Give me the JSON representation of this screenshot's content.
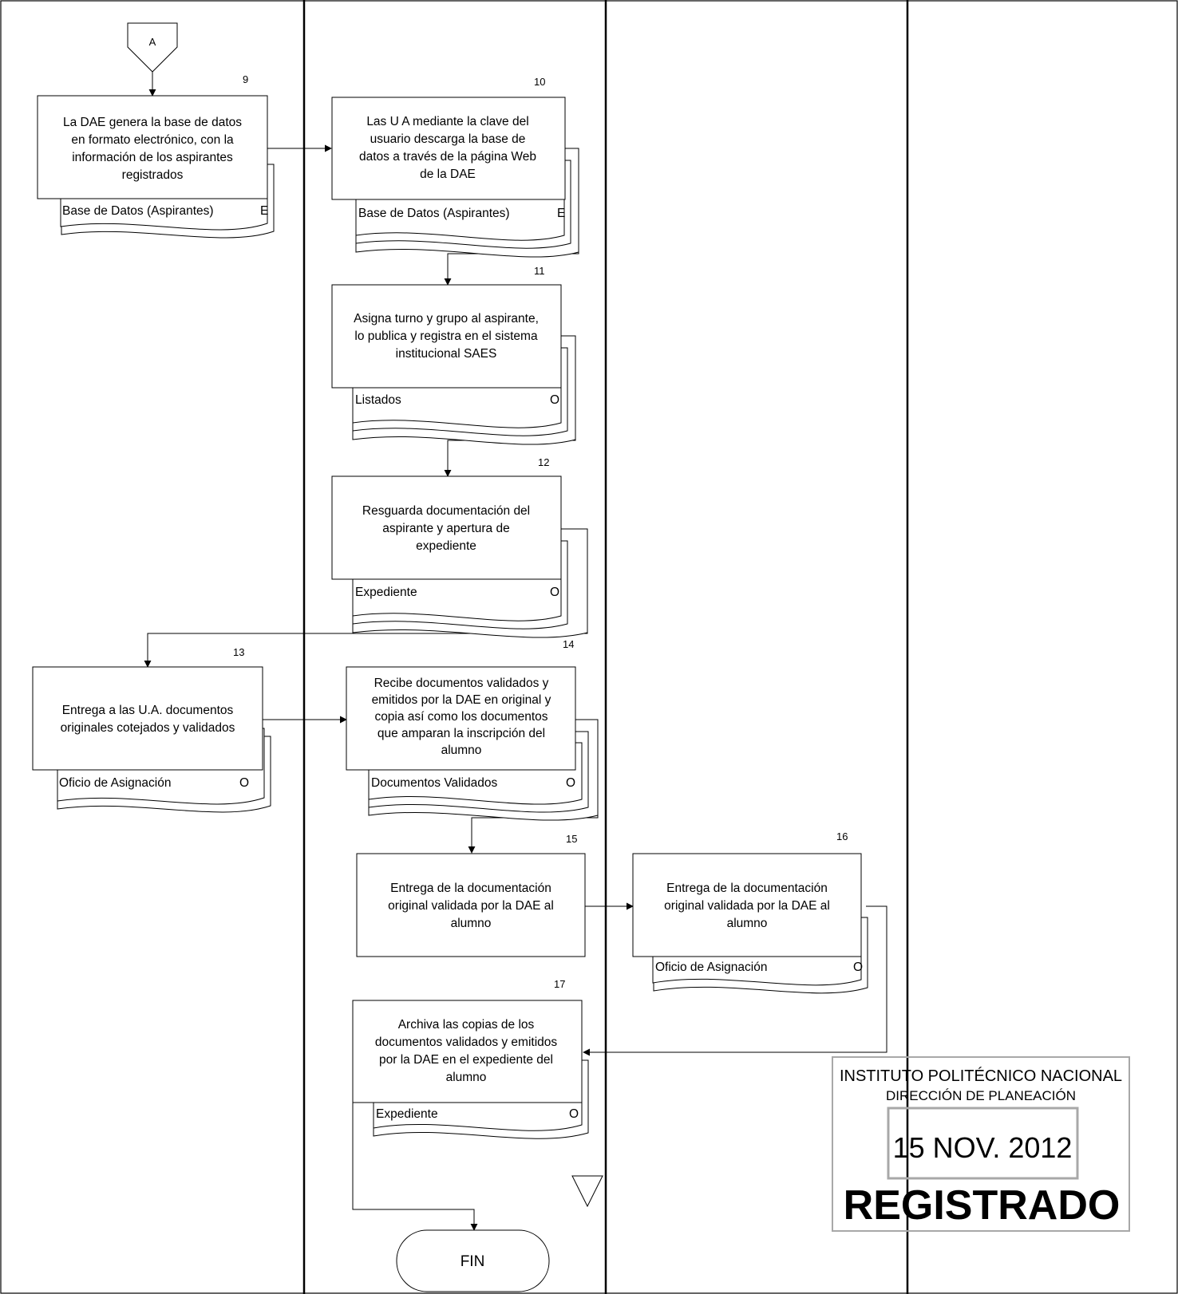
{
  "connector_a": "A",
  "steps": [
    {
      "num": "9",
      "lines": [
        "La DAE genera la base de datos",
        "en formato electrónico, con la",
        "información de los aspirantes",
        "registrados"
      ],
      "doc": "Base de Datos (Aspirantes)",
      "doc_code": "E"
    },
    {
      "num": "10",
      "lines": [
        "Las U A mediante la clave del",
        "usuario descarga la base de",
        "datos a través de la página Web",
        "de la DAE"
      ],
      "doc": "Base de Datos (Aspirantes)",
      "doc_code": "E"
    },
    {
      "num": "11",
      "lines": [
        "Asigna turno y grupo al aspirante,",
        "lo publica y registra en el sistema",
        "institucional SAES"
      ],
      "doc": "Listados",
      "doc_code": "O"
    },
    {
      "num": "12",
      "lines": [
        "Resguarda documentación del",
        "aspirante y apertura de",
        "expediente"
      ],
      "doc": "Expediente",
      "doc_code": "O"
    },
    {
      "num": "13",
      "lines": [
        "Entrega a las U.A. documentos",
        "originales cotejados y validados"
      ],
      "doc": "Oficio de Asignación",
      "doc_code": "O"
    },
    {
      "num": "14",
      "lines": [
        "Recibe documentos validados y",
        "emitidos por la DAE en original y",
        "copia así como los documentos",
        "que amparan la inscripción del",
        "alumno"
      ],
      "doc": "Documentos Validados",
      "doc_code": "O"
    },
    {
      "num": "15",
      "lines": [
        "Entrega de la documentación",
        "original validada por la DAE al",
        "alumno"
      ]
    },
    {
      "num": "16",
      "lines": [
        "Entrega de la documentación",
        "original validada por la DAE al",
        "alumno"
      ],
      "doc": "Oficio de Asignación",
      "doc_code": "O"
    },
    {
      "num": "17",
      "lines": [
        "Archiva las copias de los",
        "documentos validados y emitidos",
        "por la DAE en el expediente del",
        "alumno"
      ],
      "doc": "Expediente",
      "doc_code": "O"
    }
  ],
  "terminator": "FIN",
  "stamp": {
    "line1": "INSTITUTO POLITÉCNICO NACIONAL",
    "line2": "DIRECCIÓN DE PLANEACIÓN",
    "date": "15 NOV. 2012",
    "status": "REGISTRADO",
    "color": "#9a9a9a"
  }
}
